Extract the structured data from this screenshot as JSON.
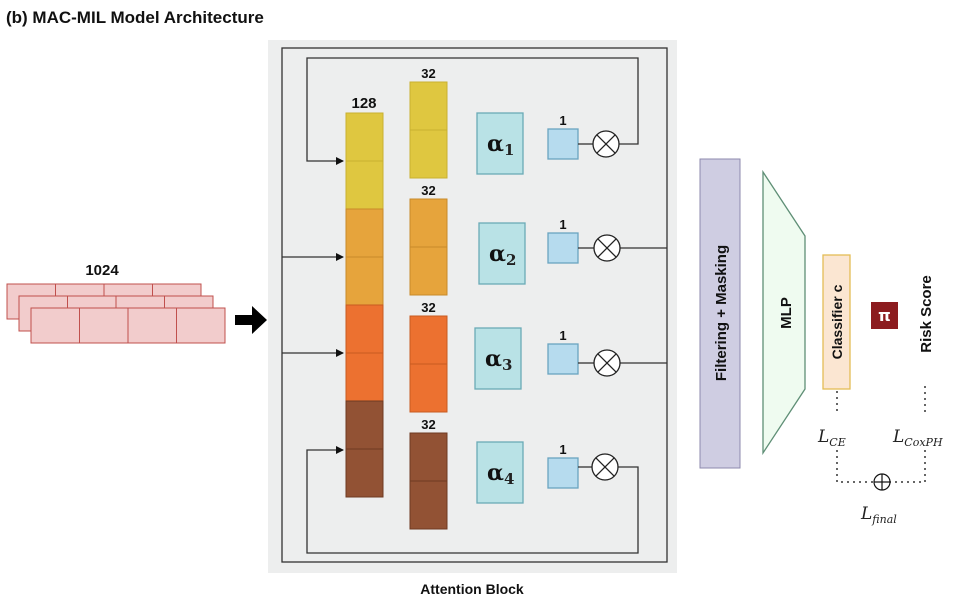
{
  "title": "(b) MAC-MIL Model Architecture",
  "input": {
    "label": "1024",
    "fill": "#f2cccc",
    "stroke": "#c0504d"
  },
  "attention_block": {
    "label": "Attention Block",
    "background": "#edeeee",
    "big_column_label": "128",
    "heads": [
      {
        "id": 1,
        "dim_label": "32",
        "alpha_symbol": "α",
        "alpha_index": "1",
        "weight_label": "1",
        "color": "#dfc740",
        "stroke": "#c9b030"
      },
      {
        "id": 2,
        "dim_label": "32",
        "alpha_symbol": "α",
        "alpha_index": "2",
        "weight_label": "1",
        "color": "#e6a43c",
        "stroke": "#c88a2a"
      },
      {
        "id": 3,
        "dim_label": "32",
        "alpha_symbol": "α",
        "alpha_index": "3",
        "weight_label": "1",
        "color": "#ec7130",
        "stroke": "#c85a20"
      },
      {
        "id": 4,
        "dim_label": "32",
        "alpha_symbol": "α",
        "alpha_index": "4",
        "weight_label": "1",
        "color": "#925234",
        "stroke": "#6e3a22"
      }
    ],
    "alpha_box_fill": "#b9e2e6",
    "alpha_box_stroke": "#6aaab6",
    "weight_box_fill": "#b6dbee",
    "weight_box_stroke": "#6aa4c0"
  },
  "filter": {
    "label": "Filtering + Masking",
    "fill": "#cfcde2",
    "stroke": "#8d89ad"
  },
  "mlp": {
    "label": "MLP",
    "fill": "#effbf0",
    "stroke": "#5f8f76"
  },
  "classifier": {
    "label": "Classifier c",
    "fill": "#fbe6d2",
    "stroke": "#e3bd56"
  },
  "pi_icon": {
    "glyph": "π",
    "fill": "#8c1c1f"
  },
  "risk_score": {
    "label": "Risk Score"
  },
  "losses": {
    "ce": {
      "main": "L",
      "sub": "CE"
    },
    "coxph": {
      "main": "L",
      "sub": "CoxPH"
    },
    "final": {
      "main": "L",
      "sub": "final"
    },
    "combine_symbol": "⊕"
  }
}
